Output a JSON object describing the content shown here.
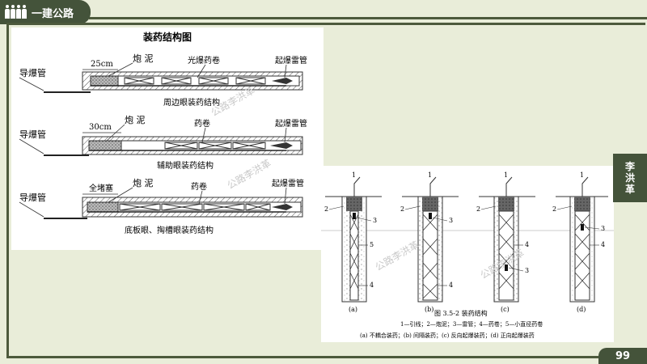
{
  "header": {
    "brand": "一建公路"
  },
  "side_tab": {
    "author_chars": [
      "李",
      "洪",
      "革"
    ]
  },
  "page_number": "99",
  "colors": {
    "theme_dark": "#44533a",
    "background": "#e9edd9"
  },
  "figure1": {
    "title": "装药结构图",
    "rows": [
      {
        "pipe_label": "导爆管",
        "plug_dim": "25cm",
        "stem_label": "炮 泥",
        "charge_label": "光爆药卷",
        "detonator_label": "起爆雷管",
        "caption": "周边眼装药结构"
      },
      {
        "pipe_label": "导爆管",
        "plug_dim": "30cm",
        "stem_label": "炮 泥",
        "charge_label": "药卷",
        "detonator_label": "起爆雷管",
        "caption": "辅助眼装药结构"
      },
      {
        "pipe_label": "导爆管",
        "plug_dim": "全堵塞",
        "stem_label": "炮 泥",
        "charge_label": "药卷",
        "detonator_label": "起爆雷管",
        "caption": "底板眼、掏槽眼装药结构"
      }
    ]
  },
  "figure2": {
    "numbers": [
      "1",
      "2",
      "3",
      "4",
      "5"
    ],
    "sublabels": [
      "(a)",
      "(b)",
      "(c)",
      "(d)"
    ],
    "caption": "图 3.5-2   装药结构",
    "legend": "1—引线；2—炮泥；3—雷管；4—药卷；5—小直径药卷",
    "sub_caption": "(a) 不耦合装药；(b) 间隔装药；(c) 反向起爆装药；(d) 正向起爆装药"
  },
  "watermark": "公路李洪革"
}
